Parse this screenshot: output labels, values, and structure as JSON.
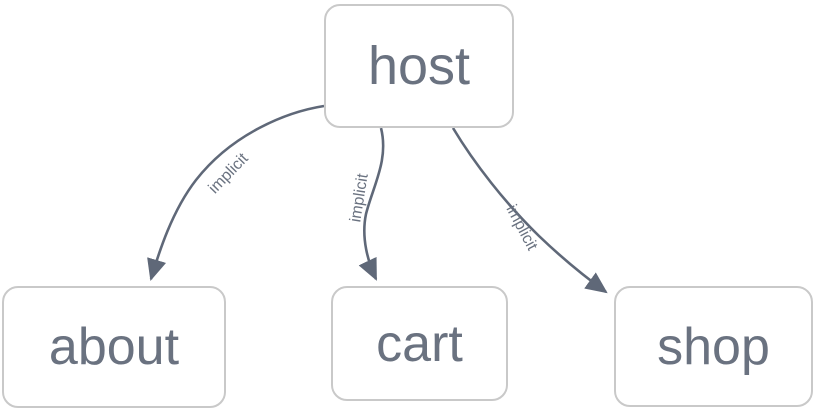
{
  "diagram": {
    "type": "directed-graph",
    "title": "",
    "background_color": "#ffffff",
    "node_border_color": "#c9c9c9",
    "node_fill_color": "#ffffff",
    "text_color": "#6a7280",
    "edge_color": "#5f6878",
    "nodes": [
      {
        "id": "host",
        "label": "host"
      },
      {
        "id": "about",
        "label": "about"
      },
      {
        "id": "cart",
        "label": "cart"
      },
      {
        "id": "shop",
        "label": "shop"
      }
    ],
    "edges": [
      {
        "from": "host",
        "to": "about",
        "label": "implicit"
      },
      {
        "from": "host",
        "to": "cart",
        "label": "implicit"
      },
      {
        "from": "host",
        "to": "shop",
        "label": "implicit"
      }
    ]
  }
}
